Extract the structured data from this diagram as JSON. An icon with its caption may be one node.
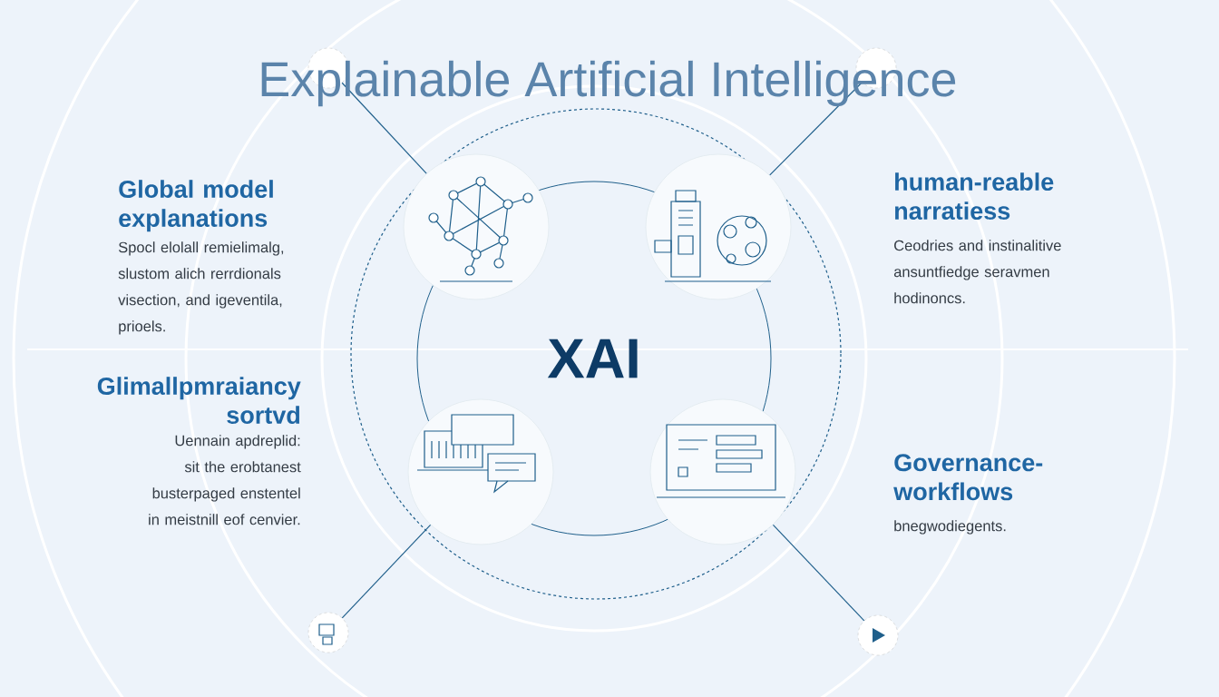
{
  "diagram": {
    "title": "Explainable Artificial Intelligence",
    "nodes": [
      {
        "text": [
          "XAI"
        ]
      },
      {
        "text": [],
        "shape": "picture"
      },
      {
        "text": [],
        "shape": "picture"
      },
      {
        "text": [],
        "shape": "picture"
      },
      {
        "text": [],
        "shape": "picture"
      },
      {
        "text": [],
        "shape": "circle"
      },
      {
        "text": [],
        "shape": "circle"
      },
      {
        "text": [],
        "shape": "circle"
      },
      {
        "text": [],
        "shape": "circle"
      }
    ],
    "edges": [
      {
        "from": 5,
        "to": 1,
        "arrow": "none"
      },
      {
        "from": 6,
        "to": 2,
        "arrow": "none"
      },
      {
        "from": 7,
        "to": 3,
        "arrow": "none"
      },
      {
        "from": 8,
        "to": 4,
        "arrow": "none"
      }
    ],
    "labels": [
      "Global model explanations",
      "Spocl elolall remielimalg, slustom alich rerrdionals visection, and igeventila, prioels.",
      "human-reable narratiess",
      "Ceodries and instinalitive ansuntfiedge seravmen hodinoncs.",
      "Glimallpmraiancy sortvd",
      "Uennain apdreplid: sit the erobtanest busterpaged enstentel in meistnill eof cenvier.",
      "Governance- workflows",
      "bnegwodiegents."
    ]
  }
}
